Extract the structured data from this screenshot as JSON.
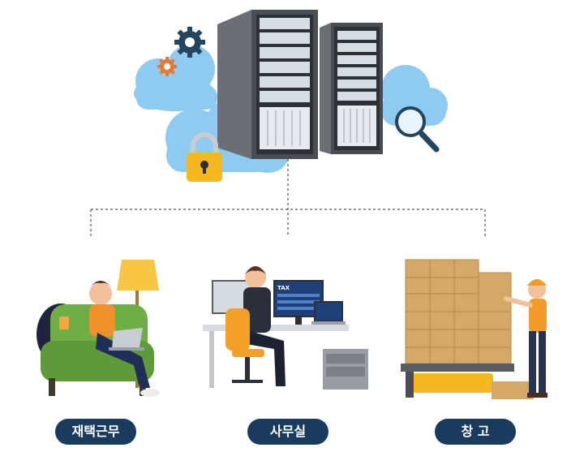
{
  "labels": {
    "home": "재택근무",
    "office": "사무실",
    "warehouse": "창 고"
  },
  "tax_screen_text": "TAX",
  "colors": {
    "label_bg": "#1b3b5e",
    "cloud": "#8fcaf0",
    "cloud_dark": "#6fb6e6",
    "connector": "#555555",
    "lock": "#f5b821",
    "server_body": "#5a5d63",
    "server_face": "#e6e9ed",
    "box": "#d4a867",
    "worker_orange": "#f29b2a",
    "chair_green": "#6fae46"
  },
  "icons": [
    "gear-icon",
    "lock-icon",
    "magnifier-icon",
    "server-icon",
    "cloud-icon"
  ]
}
